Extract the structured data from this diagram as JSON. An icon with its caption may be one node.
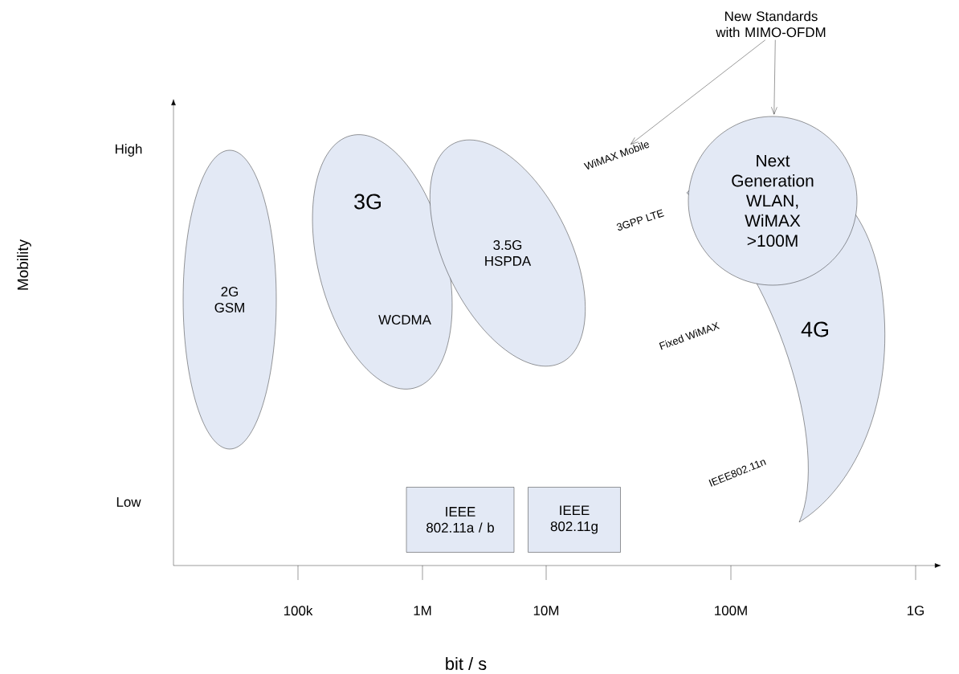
{
  "diagram": {
    "nodes": [
      {
        "text": [
          "New Standards with MIMO-OFDM"
        ]
      },
      {
        "text": [
          "2G GSM"
        ]
      },
      {
        "text": [
          "3G",
          "WCDMA"
        ]
      },
      {
        "text": [
          "3.5G HSPDA"
        ]
      },
      {
        "text": [
          "4G"
        ]
      },
      {
        "text": [
          "Next Generation WLAN, WiMAX >100M"
        ]
      },
      {
        "text": [
          "IEEE 802.11a / b"
        ]
      },
      {
        "text": [
          "IEEE 802.11g"
        ]
      },
      {
        "text": [
          "WiMAX Mobile"
        ]
      }
    ],
    "edges": [
      {
        "from": 0,
        "to": 8,
        "arrow": "to"
      },
      {
        "from": 0,
        "to": 5,
        "arrow": "to"
      }
    ],
    "labels": [
      "High",
      "Low",
      "Mobility",
      "3GPP LTE",
      "Fixed WiMAX",
      "IEEE802.11n",
      "100k",
      "1M",
      "10M",
      "100M",
      "1G",
      "bit / s"
    ]
  }
}
